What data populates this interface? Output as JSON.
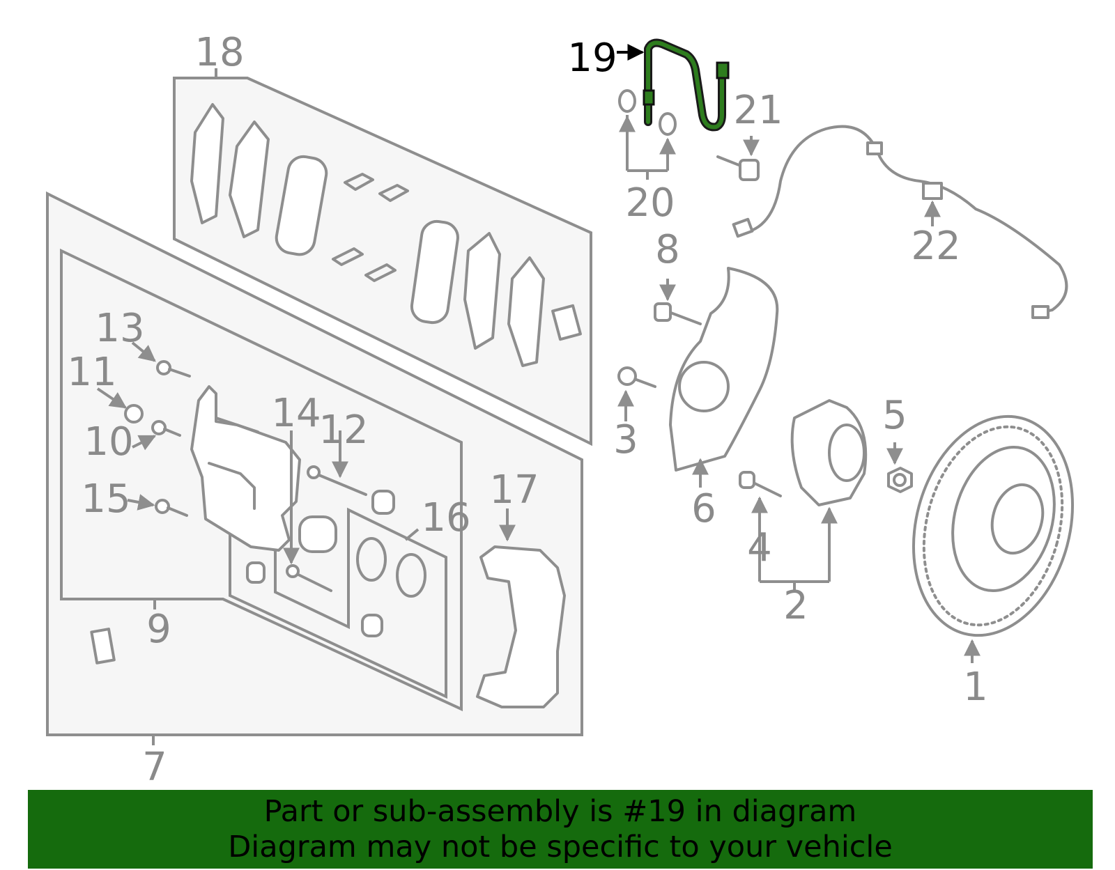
{
  "diagram": {
    "highlighted_part": "19",
    "highlight_color": "#2e7d1e",
    "banner_color": "#156b0d",
    "callouts": {
      "c1": "1",
      "c2": "2",
      "c3": "3",
      "c4": "4",
      "c5": "5",
      "c6": "6",
      "c7": "7",
      "c8": "8",
      "c9": "9",
      "c10": "10",
      "c11": "11",
      "c12": "12",
      "c13": "13",
      "c14": "14",
      "c15": "15",
      "c16": "16",
      "c17": "17",
      "c18": "18",
      "c19": "19",
      "c20": "20",
      "c21": "21",
      "c22": "22"
    }
  },
  "banner": {
    "line1": "Part or sub-assembly is #19 in diagram",
    "line2": "Diagram may not be specific to your vehicle"
  }
}
